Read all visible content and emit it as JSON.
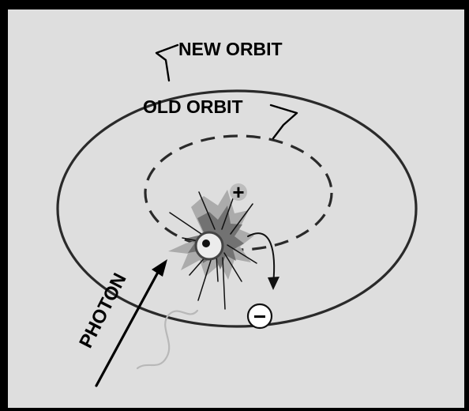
{
  "diagram": {
    "labels": {
      "new_orbit": "NEW ORBIT",
      "old_orbit": "OLD ORBIT",
      "photon": "PHOTON"
    },
    "symbols": {
      "nucleus": "+",
      "electron": "−"
    },
    "colors": {
      "background": "#dedede",
      "border": "#000000",
      "orbit_stroke": "#2a2a2a",
      "nucleus_fill": "#bdbdbd",
      "burst_dark": "#6c6c6c",
      "burst_light": "#a8a8a8",
      "trail": "#b8b8b8",
      "electron_fill": "#ffffff"
    },
    "icons": {
      "nucleus": "plus-circle-icon",
      "electron": "minus-circle-icon",
      "photon": "arrow-icon"
    }
  }
}
